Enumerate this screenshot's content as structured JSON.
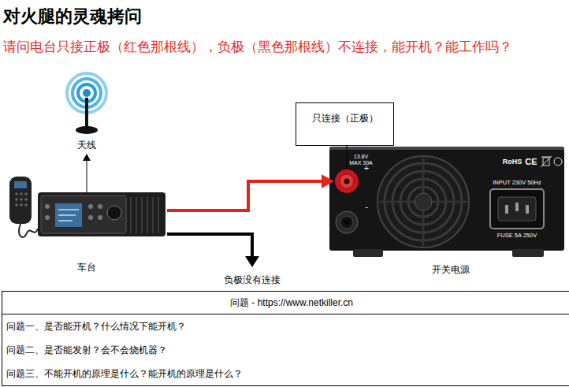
{
  "diagram": {
    "title": "对火腿的灵魂拷问",
    "nodes": [
      {
        "text": [
          "天线"
        ]
      },
      {
        "text": [
          "车台"
        ]
      },
      {
        "text": [
          "只连接（正极）"
        ]
      },
      {
        "text": [
          "开关电源"
        ]
      },
      {
        "text": [
          "问题 - https://www.netkiller.cn",
          "问题一、是否能开机？什么情况下能开机？",
          "问题二、是否能发射？会不会烧机器？",
          "问题三、不能开机的原理是什么？能开机的原理是什么？"
        ]
      }
    ],
    "edges": [
      {
        "from": 1,
        "to": 0,
        "arrow": "to"
      },
      {
        "from": 1,
        "to": 3,
        "arrow": "to"
      },
      {
        "from": 2,
        "to": 3,
        "arrow": "none"
      }
    ],
    "labels": [
      "请问电台只接正极（红色那根线），负极（黑色那根线）不连接，能开机？能工作吗？",
      "+",
      "-",
      "13.8V",
      "MAX 30A",
      "RoHS",
      "CE",
      "INPUT 230V 50Hz",
      "FUSE 5A 250V",
      "负极没有连接"
    ]
  }
}
